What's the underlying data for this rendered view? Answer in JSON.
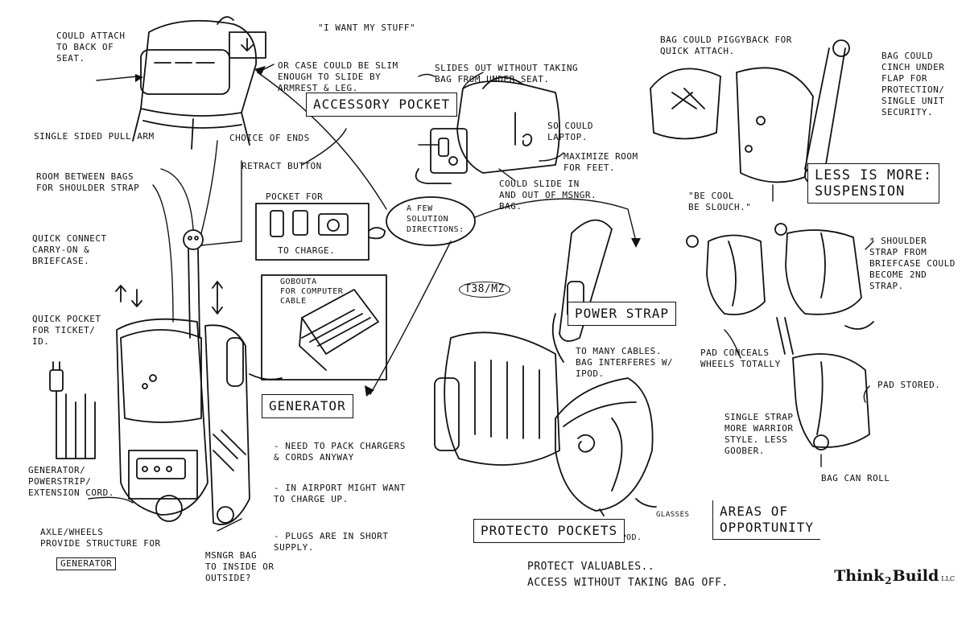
{
  "notes": {
    "header_quote": "\"I WANT MY STUFF\"",
    "attach_seat": "COULD ATTACH\nTO BACK OF\nSEAT.",
    "slim_case": "OR CASE COULD BE SLIM\nENOUGH TO SLIDE BY\nARMREST & LEG.",
    "slides_out": "SLIDES OUT WITHOUT TAKING\nBAG FROM UNDER SEAT.",
    "so_laptop": "SO COULD\nLAPTOP.",
    "maximize_room": "MAXIMIZE ROOM\nFOR FEET.",
    "slide_in_out": "COULD SLIDE IN\nAND OUT OF MSNGR.\nBAG.",
    "single_pull_arm": "SINGLE SIDED PULL ARM",
    "choice_of_ends": "CHOICE OF ENDS",
    "retract_button": "RETRACT BUTTON",
    "room_between": "ROOM BETWEEN BAGS\nFOR SHOULDER STRAP",
    "pocket_for": "POCKET FOR",
    "to_charge": "TO CHARGE.",
    "quick_connect": "QUICK CONNECT\nCARRY-ON &\nBRIEFCASE.",
    "gobouta": "GOBOUTA\nFOR COMPUTER\nCABLE",
    "quick_pocket": "QUICK POCKET\nFOR TICKET/\nID.",
    "few_solutions": "A FEW\nSOLUTION\nDIRECTIONS:",
    "signature": "T38/MZ",
    "too_many_cables": "TO MANY CABLES.\nBAG INTERFERES W/\nIPOD.",
    "need_pack": "- NEED TO PACK CHARGERS\n  & CORDS ANYWAY",
    "airport": "- IN AIRPORT MIGHT WANT\n  TO CHARGE UP.",
    "plugs_short": "- PLUGS ARE IN SHORT\n  SUPPLY.",
    "generator_strip": "GENERATOR/\nPOWERSTRIP/\nEXTENSION CORD.",
    "axle_wheels": "AXLE/WHEELS\nPROVIDE STRUCTURE FOR",
    "axle_generator": "GENERATOR",
    "msngr_bag": "MSNGR BAG\nTO INSIDE OR\nOUTSIDE?",
    "glasses": "GLASSES",
    "ipod": "IPOD.",
    "protect_valuables": "PROTECT VALUABLES..\nACCESS WITHOUT TAKING BAG OFF.",
    "piggyback": "BAG COULD PIGGYBACK FOR\nQUICK ATTACH.",
    "cinch": "BAG COULD\nCINCH UNDER\nFLAP FOR\nPROTECTION/\nSINGLE UNIT\nSECURITY.",
    "be_cool": "\"BE COOL\nBE SLOUCH.\"",
    "shoulder_strap": "* SHOULDER\nSTRAP FROM\nBRIEFCASE COULD\nBECOME 2ND\nSTRAP.",
    "pad_conceals": "PAD CONCEALS\nWHEELS TOTALLY",
    "pad_stored": "PAD STORED.",
    "single_strap": "SINGLE STRAP\nMORE WARRIOR\nSTYLE. LESS\nGOOBER.",
    "bag_can_roll": "BAG CAN ROLL"
  },
  "boxes": {
    "accessory_pocket": "ACCESSORY POCKET",
    "generator": "GENERATOR",
    "power_strap": "POWER STRAP",
    "protecto_pockets": "PROTECTO POCKETS",
    "less_is_more": "LESS IS MORE:\nSUSPENSION",
    "areas_of_opportunity": "AREAS OF\nOPPORTUNITY"
  },
  "logo": {
    "part1": "Think",
    "part2": "2",
    "part3": "Build",
    "suffix": "LLC"
  },
  "colors": {
    "ink": "#111111",
    "paper": "#ffffff"
  }
}
